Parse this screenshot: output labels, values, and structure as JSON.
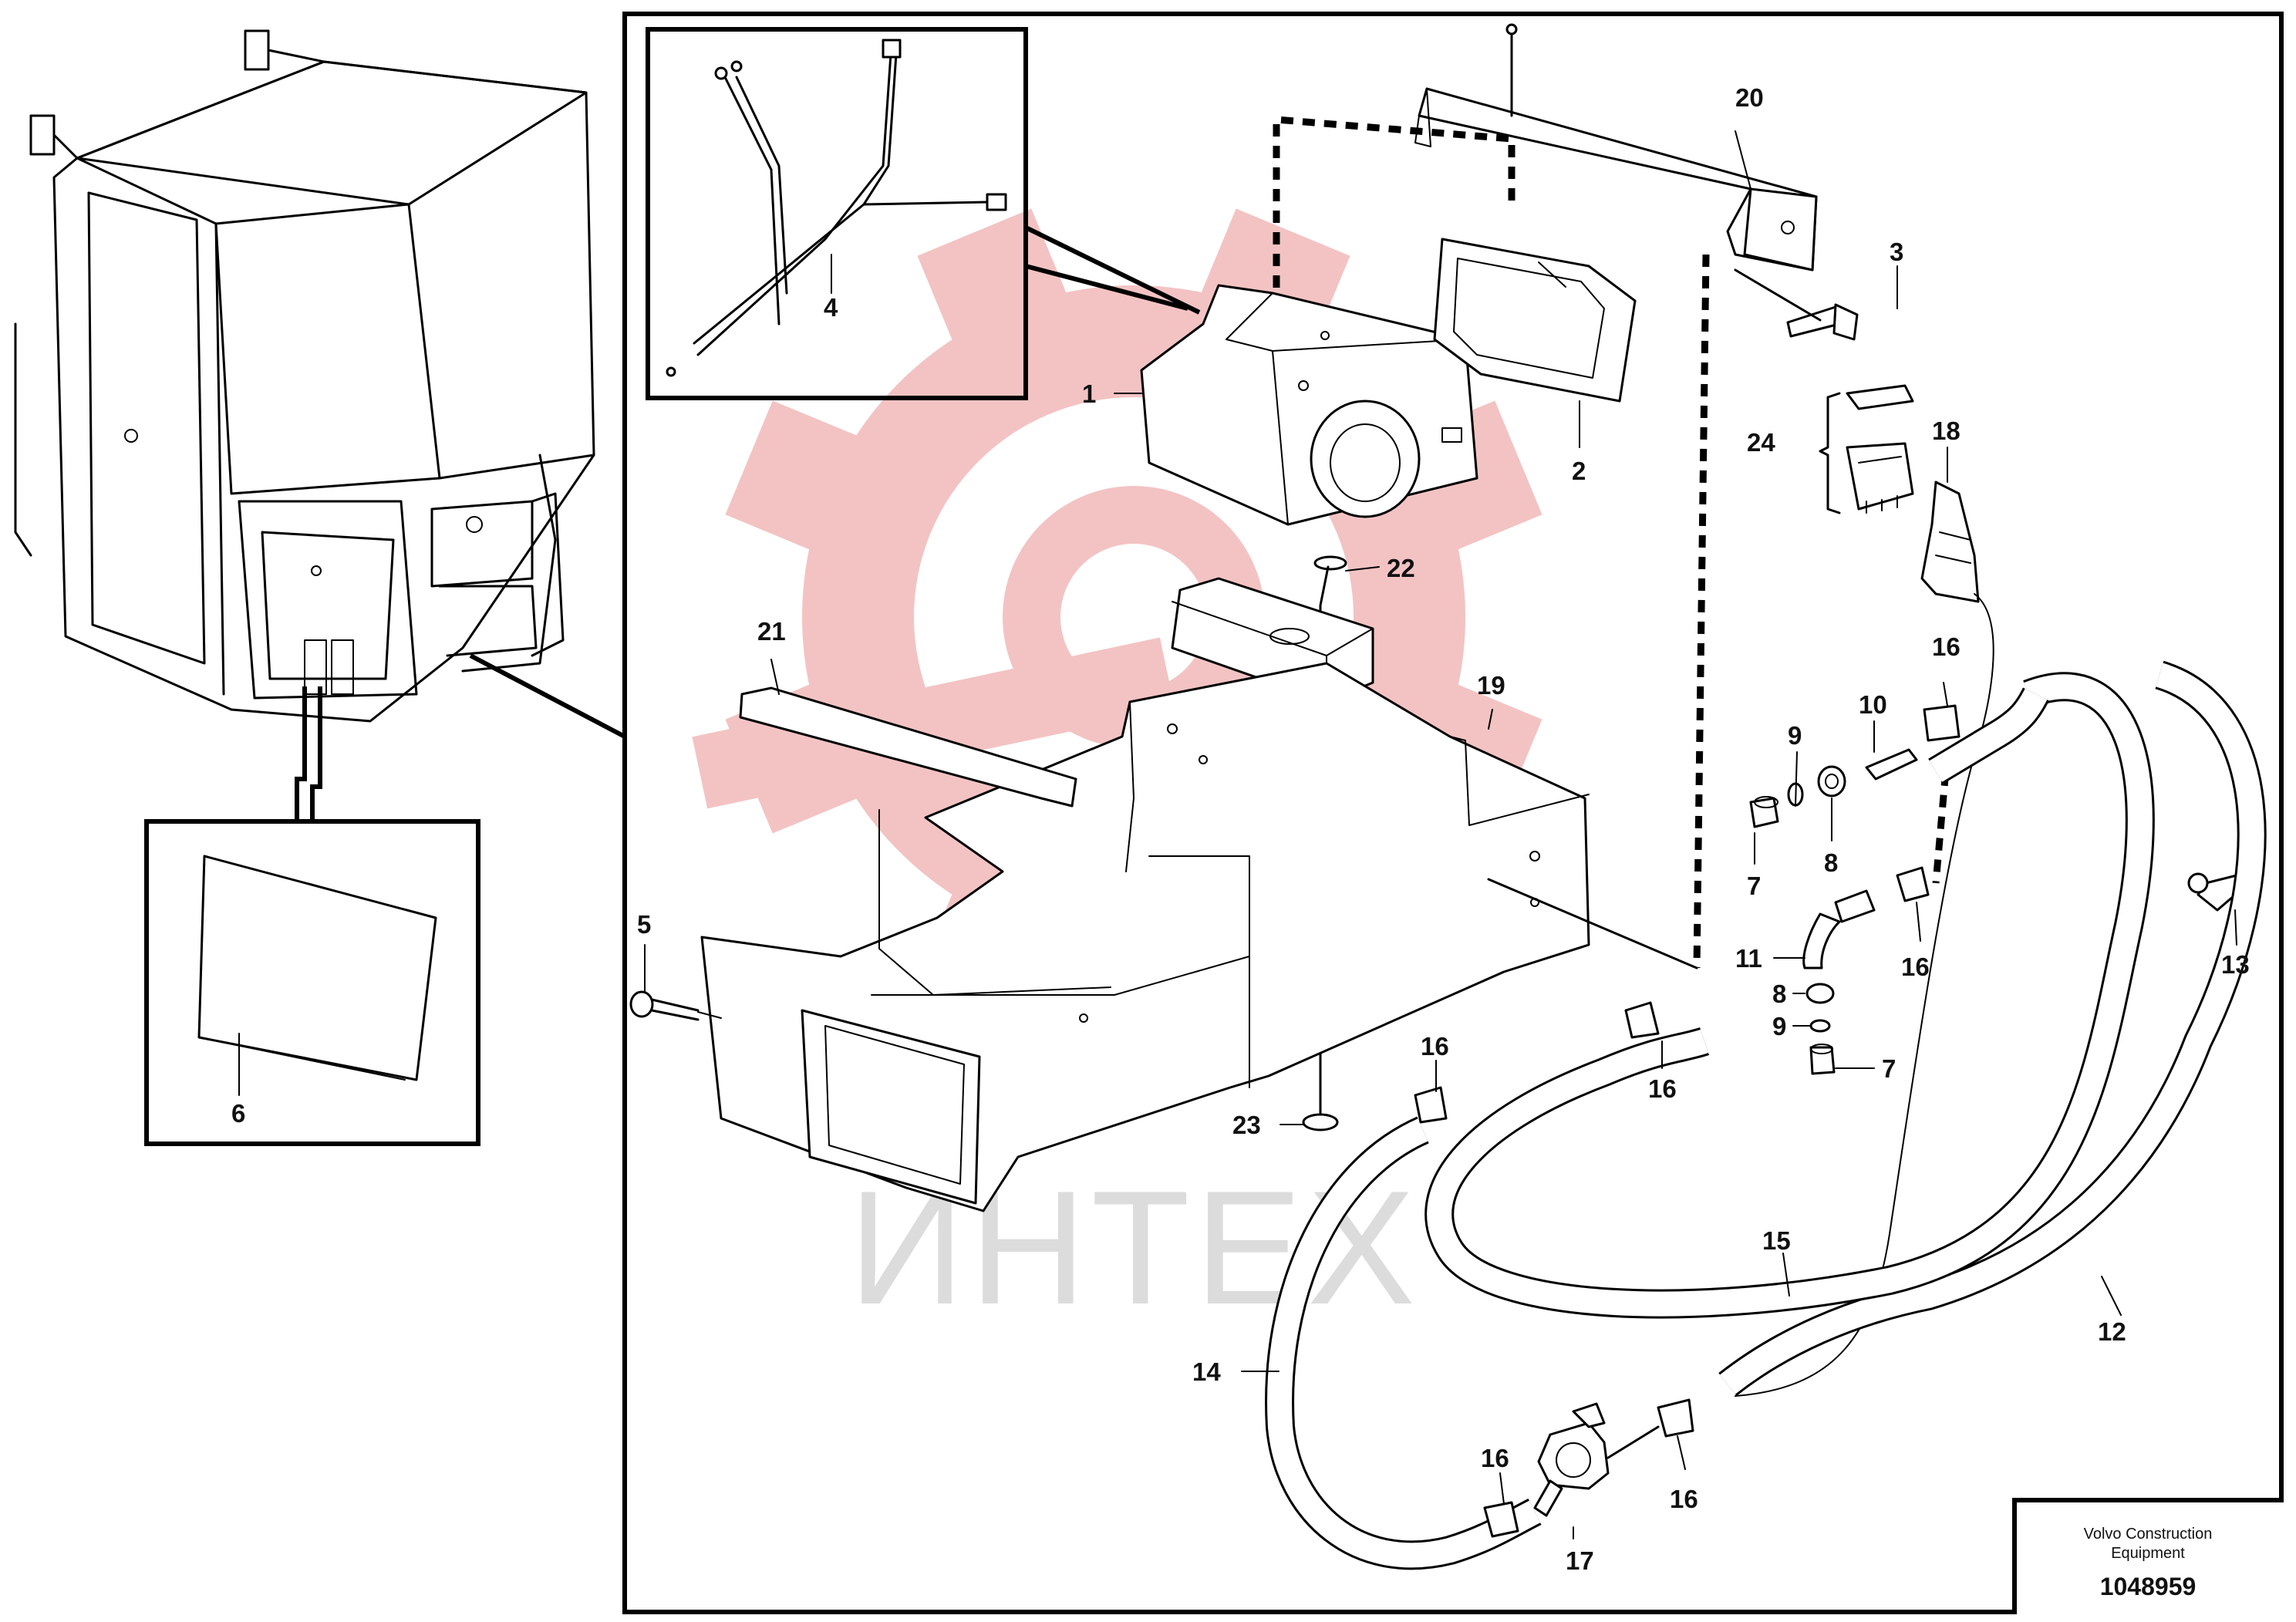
{
  "watermark": {
    "text": "ИНТЕХ",
    "color": "#f1b9b9"
  },
  "labels": [
    {
      "id": "1",
      "text": "1"
    },
    {
      "id": "2",
      "text": "2"
    },
    {
      "id": "3",
      "text": "3"
    },
    {
      "id": "4",
      "text": "4"
    },
    {
      "id": "5",
      "text": "5"
    },
    {
      "id": "6",
      "text": "6"
    },
    {
      "id": "7a",
      "text": "7"
    },
    {
      "id": "7b",
      "text": "7"
    },
    {
      "id": "8a",
      "text": "8"
    },
    {
      "id": "8b",
      "text": "8"
    },
    {
      "id": "9a",
      "text": "9"
    },
    {
      "id": "9b",
      "text": "9"
    },
    {
      "id": "10",
      "text": "10"
    },
    {
      "id": "11",
      "text": "11"
    },
    {
      "id": "12",
      "text": "12"
    },
    {
      "id": "13",
      "text": "13"
    },
    {
      "id": "14",
      "text": "14"
    },
    {
      "id": "15",
      "text": "15"
    },
    {
      "id": "16a",
      "text": "16"
    },
    {
      "id": "16b",
      "text": "16"
    },
    {
      "id": "16c",
      "text": "16"
    },
    {
      "id": "16d",
      "text": "16"
    },
    {
      "id": "16e",
      "text": "16"
    },
    {
      "id": "16f",
      "text": "16"
    },
    {
      "id": "17",
      "text": "17"
    },
    {
      "id": "18",
      "text": "18"
    },
    {
      "id": "19",
      "text": "19"
    },
    {
      "id": "20",
      "text": "20"
    },
    {
      "id": "21",
      "text": "21"
    },
    {
      "id": "22",
      "text": "22"
    },
    {
      "id": "23",
      "text": "23"
    },
    {
      "id": "24",
      "text": "24"
    }
  ],
  "footer": {
    "company_line1": "Volvo Construction",
    "company_line2": "Equipment",
    "drawing_number": "1048959"
  }
}
